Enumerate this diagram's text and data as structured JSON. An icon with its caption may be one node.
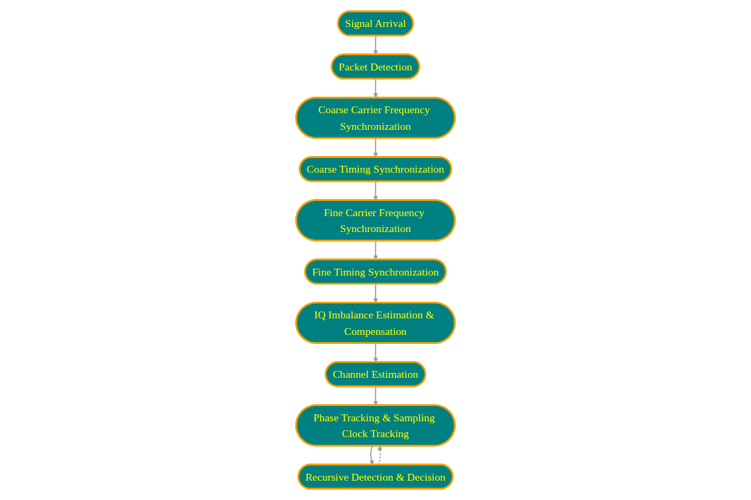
{
  "diagram": {
    "nodes": [
      {
        "text": [
          "Signal Arrival"
        ]
      },
      {
        "text": [
          "Packet Detection"
        ]
      },
      {
        "text": [
          "Coarse Carrier Frequency Synchronization"
        ]
      },
      {
        "text": [
          "Coarse Timing Synchronization"
        ]
      },
      {
        "text": [
          "Fine Carrier Frequency Synchronization"
        ]
      },
      {
        "text": [
          "Fine Timing Synchronization"
        ]
      },
      {
        "text": [
          "IQ Imbalance Estimation & Compensation"
        ]
      },
      {
        "text": [
          "Channel Estimation"
        ]
      },
      {
        "text": [
          "Phase Tracking & Sampling Clock Tracking"
        ]
      },
      {
        "text": [
          "Recursive Detection & Decision"
        ]
      }
    ],
    "edges": [
      {
        "from": 0,
        "to": 1,
        "arrow": "to"
      },
      {
        "from": 1,
        "to": 2,
        "arrow": "to"
      },
      {
        "from": 2,
        "to": 3,
        "arrow": "to"
      },
      {
        "from": 3,
        "to": 4,
        "arrow": "to"
      },
      {
        "from": 4,
        "to": 5,
        "arrow": "to"
      },
      {
        "from": 5,
        "to": 6,
        "arrow": "to"
      },
      {
        "from": 6,
        "to": 7,
        "arrow": "to"
      },
      {
        "from": 7,
        "to": 8,
        "arrow": "to"
      },
      {
        "from": 8,
        "to": 9,
        "arrow": "to"
      },
      {
        "from": 9,
        "to": 8,
        "arrow": "to",
        "style": "dashed"
      }
    ]
  }
}
